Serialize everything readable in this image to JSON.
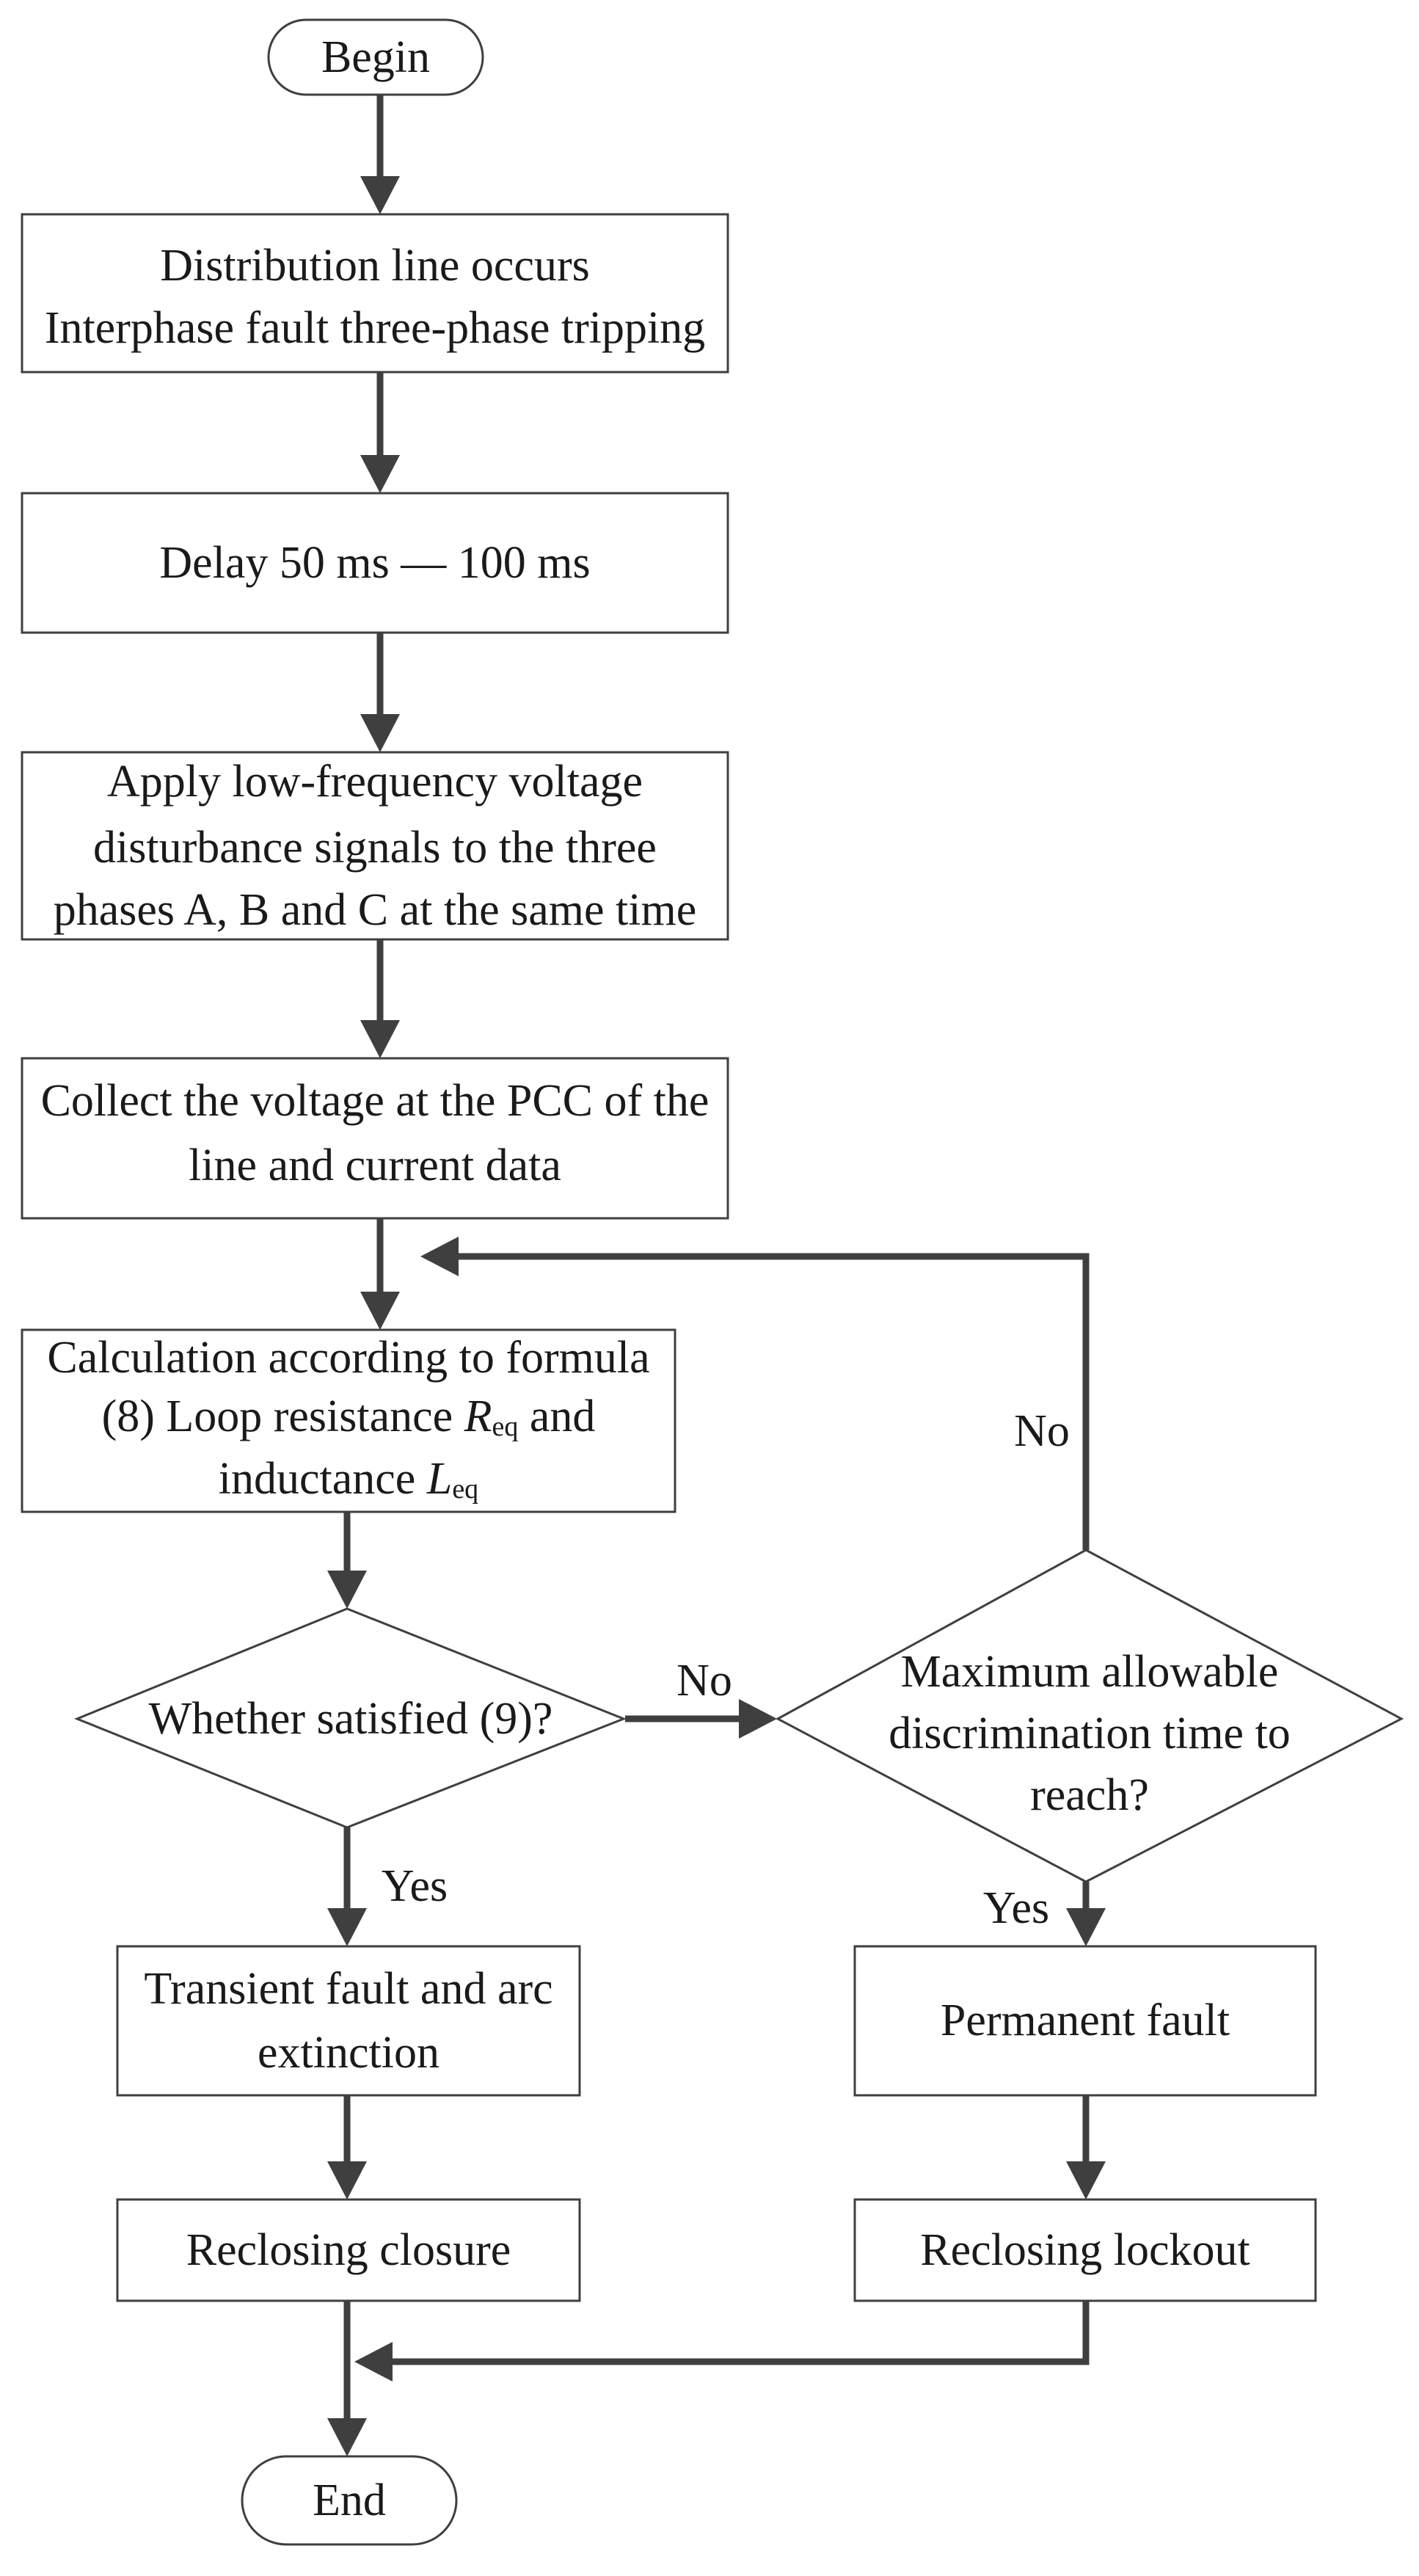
{
  "colors": {
    "line": "#3f3f3f",
    "text": "#1a1a1a",
    "fill": "#ffffff"
  },
  "nodes": {
    "begin": {
      "label": "Begin"
    },
    "trip": {
      "lines": [
        "Distribution line occurs",
        "Interphase fault three-phase tripping"
      ]
    },
    "delay": {
      "label": "Delay 50 ms — 100 ms"
    },
    "apply": {
      "lines": [
        "Apply low-frequency voltage",
        "disturbance signals to the three",
        "phases A, B and C at the same time"
      ]
    },
    "collect": {
      "lines": [
        "Collect the voltage at the PCC of the",
        "line and current data"
      ]
    },
    "calc": {
      "line1": "Calculation according to formula",
      "line2_prefix": "(8) Loop resistance ",
      "r_symbol": "R",
      "r_sub": "eq",
      "line2_suffix": " and",
      "line3_prefix": "inductance ",
      "l_symbol": "L",
      "l_sub": "eq"
    },
    "satisfied": {
      "label": "Whether satisfied (9)?"
    },
    "maxtime": {
      "lines": [
        "Maximum allowable",
        "discrimination time to",
        "reach?"
      ]
    },
    "transient": {
      "lines": [
        "Transient fault and arc",
        "extinction"
      ]
    },
    "permanent": {
      "label": "Permanent fault"
    },
    "reclose": {
      "label": "Reclosing closure"
    },
    "lockout": {
      "label": "Reclosing lockout"
    },
    "end": {
      "label": "End"
    }
  },
  "edge_labels": {
    "satisfied_no": "No",
    "satisfied_yes": "Yes",
    "maxtime_no": "No",
    "maxtime_yes": "Yes"
  }
}
